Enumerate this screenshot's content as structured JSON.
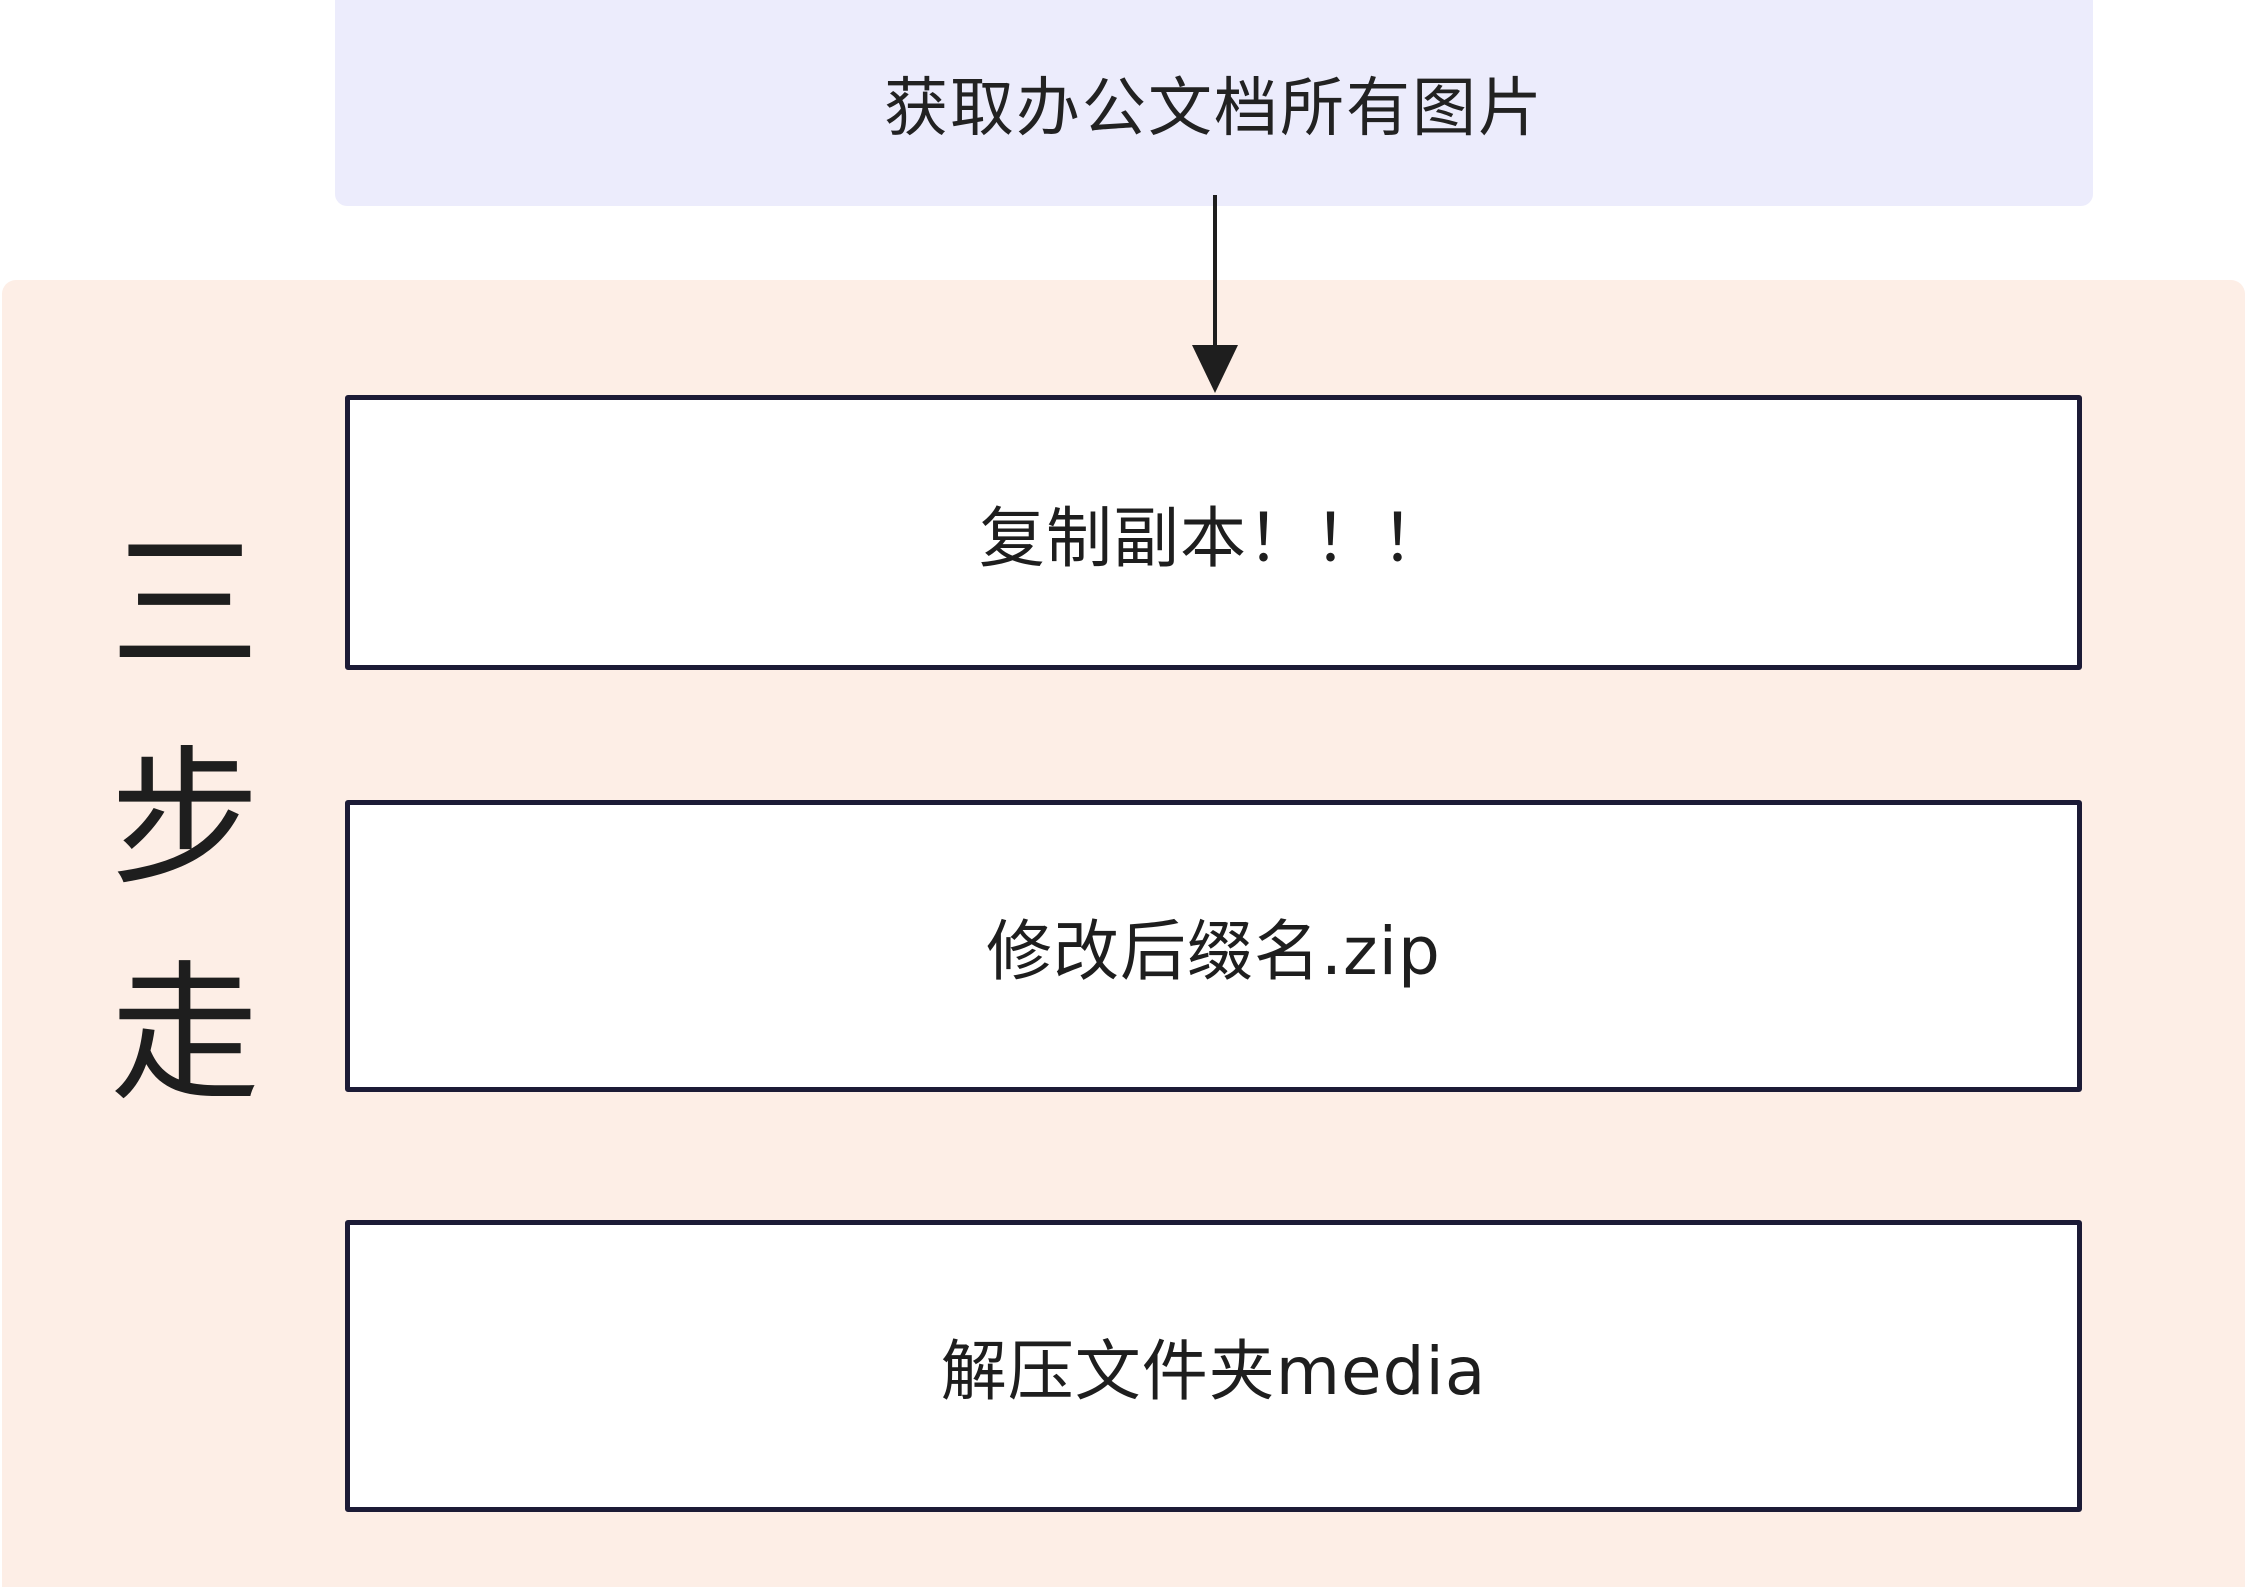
{
  "top_node": {
    "label": "获取办公文档所有图片"
  },
  "group": {
    "title_chars": [
      "三",
      "步",
      "走"
    ]
  },
  "steps": [
    {
      "label": "复制副本！！！"
    },
    {
      "label": "修改后缀名.zip"
    },
    {
      "label": "解压文件夹media"
    }
  ],
  "colors": {
    "top_node_fill": "#ececfc",
    "group_fill": "#fdeee6",
    "step_fill": "#ffffff",
    "step_border": "#1c1b36",
    "arrow": "#1e1e1e",
    "text": "#1e1e1e"
  }
}
